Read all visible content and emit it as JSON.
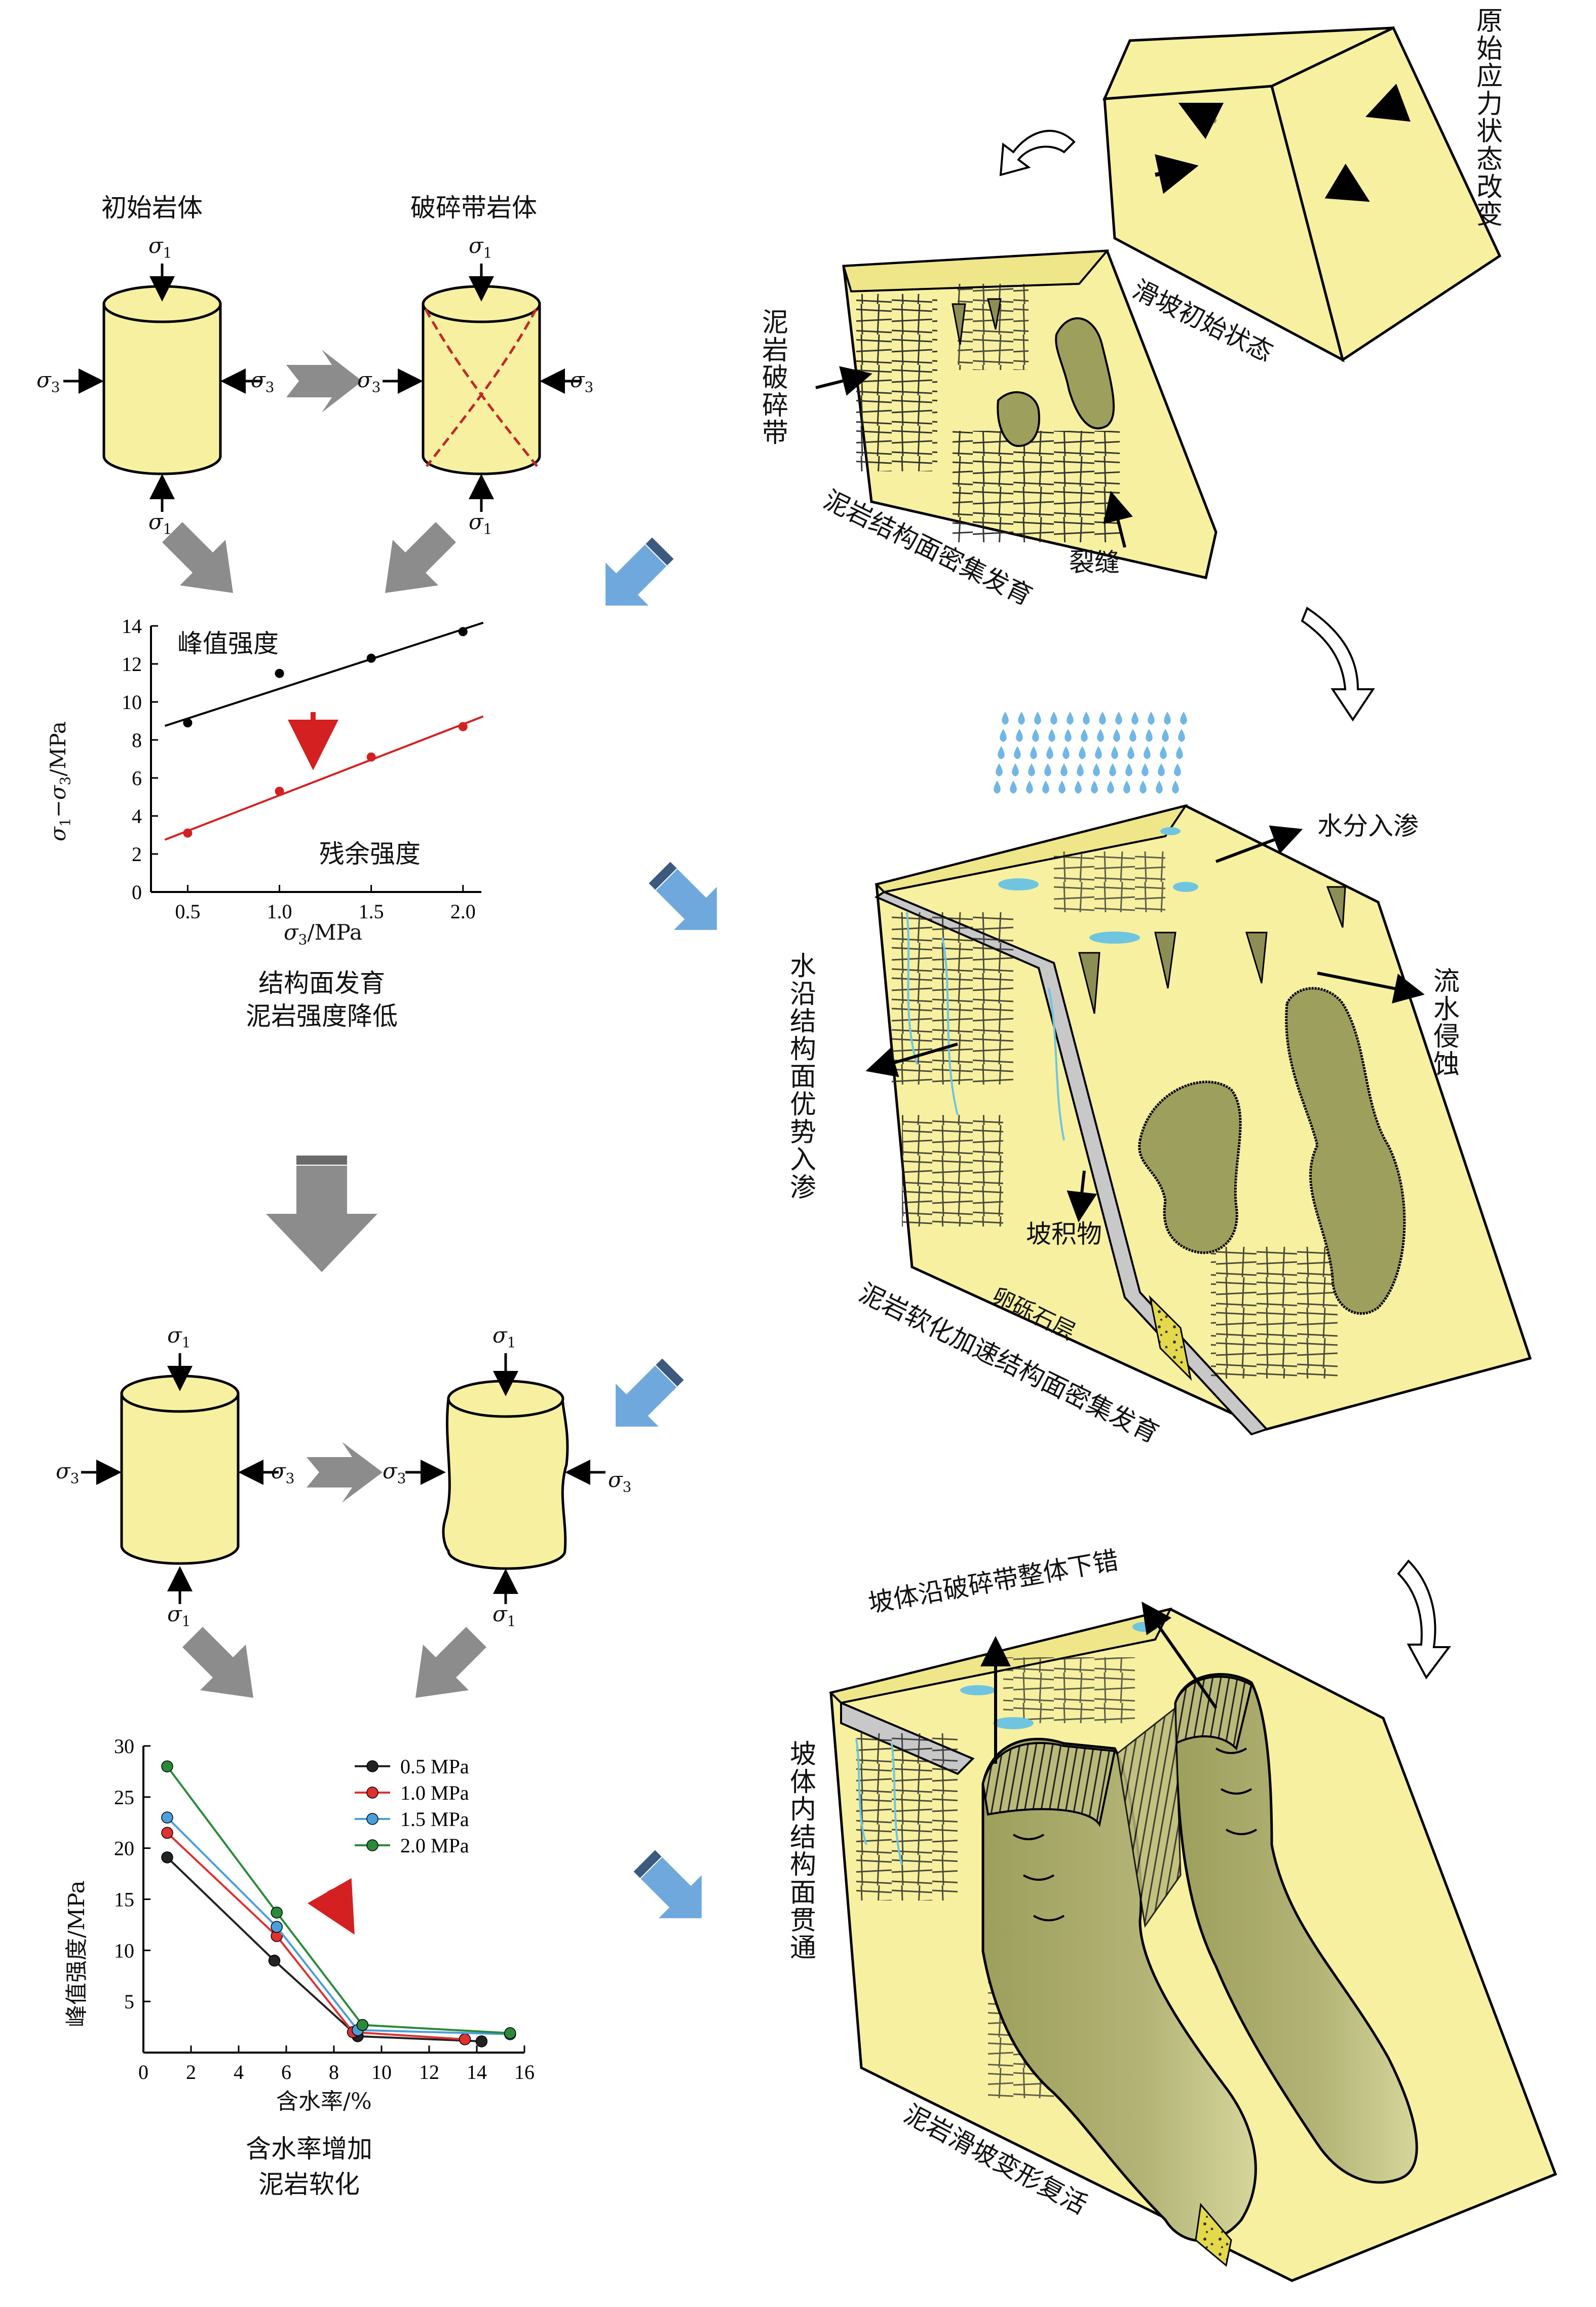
{
  "top_left": {
    "intact_label": "初始岩体",
    "fractured_label": "破碎带岩体",
    "sigma": "σ",
    "s1": "1",
    "s3": "3"
  },
  "chart1": {
    "peak_label": "峰值强度",
    "residual_label": "残余强度",
    "ylabel_main": "σ",
    "ylabel_sub1": "1",
    "ylabel_dash": "−σ",
    "ylabel_sub3": "3",
    "ylabel_unit": "/MPa",
    "xlabel_main": "σ",
    "xlabel_sub": "3",
    "xlabel_unit": "/MPa",
    "caption_line1": "结构面发育",
    "caption_line2": "泥岩强度降低"
  },
  "chart2": {
    "ylabel": "峰值强度/MPa",
    "xlabel": "含水率/%",
    "caption_line1": "含水率增加",
    "caption_line2": "泥岩软化"
  },
  "right": {
    "stage1_vertical": "原始应力状态改变",
    "stage1_label": "滑坡初始状态",
    "stage2_vertical": "泥岩破碎带",
    "stage2_label": "泥岩结构面密集发育",
    "stage2_crack": "裂缝",
    "stage3_infiltrate": "水分入渗",
    "stage3_vertical_left": "水沿结构面优势入渗",
    "stage3_vertical_right": "流水侵蚀",
    "stage3_colluvium": "坡积物",
    "stage3_gravel": "卵砾石层",
    "stage3_label": "泥岩软化加速结构面密集发育",
    "stage4_title": "坡体沿破碎带整体下错",
    "stage4_vertical": "坡体内结构面贯通",
    "stage4_label": "泥岩滑坡变形复活"
  },
  "colors": {
    "rock": "#f7f0a0",
    "peak_line": "#000000",
    "residual_line": "#d42020",
    "arrow_grey": "#8c8c8c",
    "arrow_blue": "#6fa8dc",
    "slide_mass": "#a9aa6a"
  },
  "chart_data": [
    {
      "type": "scatter",
      "title": "",
      "xlabel": "σ3/MPa",
      "ylabel": "σ1−σ3/MPa",
      "xlim": [
        0.3,
        2.1
      ],
      "ylim": [
        0,
        14
      ],
      "xticks": [
        0.5,
        1.0,
        1.5,
        2.0
      ],
      "xtick_labels": [
        "0.5",
        "1.0",
        "1.5",
        "2.0"
      ],
      "yticks": [
        0,
        2,
        4,
        6,
        8,
        10,
        12,
        14
      ],
      "grid": false,
      "series": [
        {
          "name": "峰值强度",
          "x": [
            0.5,
            1.0,
            1.5,
            2.0
          ],
          "y": [
            8.9,
            11.5,
            12.3,
            13.7
          ],
          "fit": [
            [
              0.5,
              9.2
            ],
            [
              2.0,
              13.8
            ]
          ],
          "color": "#000000"
        },
        {
          "name": "残余强度",
          "x": [
            0.5,
            1.0,
            1.5,
            2.0
          ],
          "y": [
            3.1,
            5.3,
            7.1,
            8.7
          ],
          "fit": [
            [
              0.5,
              3.3
            ],
            [
              2.0,
              8.8
            ]
          ],
          "color": "#d42020"
        }
      ]
    },
    {
      "type": "line",
      "title": "",
      "xlabel": "含水率/%",
      "ylabel": "峰值强度/MPa",
      "xlim": [
        0,
        16
      ],
      "ylim": [
        0,
        30
      ],
      "xticks": [
        0,
        2,
        4,
        6,
        8,
        10,
        12,
        14,
        16
      ],
      "yticks": [
        5,
        10,
        15,
        20,
        25,
        30
      ],
      "legend": "top-right",
      "grid": false,
      "series": [
        {
          "name": "0.5 MPa",
          "color": "#222222",
          "x": [
            1.0,
            5.5,
            9.0,
            14.2
          ],
          "y": [
            19.1,
            9.0,
            1.6,
            1.1
          ]
        },
        {
          "name": "1.0 MPa",
          "color": "#e03030",
          "x": [
            1.0,
            5.6,
            8.8,
            13.5
          ],
          "y": [
            21.5,
            11.4,
            2.0,
            1.3
          ]
        },
        {
          "name": "1.5 MPa",
          "color": "#4a9fdc",
          "x": [
            1.0,
            5.6,
            9.0,
            15.4
          ],
          "y": [
            23.0,
            12.3,
            2.2,
            1.8
          ]
        },
        {
          "name": "2.0 MPa",
          "color": "#2a8a3a",
          "x": [
            1.0,
            5.6,
            9.2,
            15.4
          ],
          "y": [
            28.0,
            13.7,
            2.7,
            1.9
          ]
        }
      ]
    }
  ]
}
